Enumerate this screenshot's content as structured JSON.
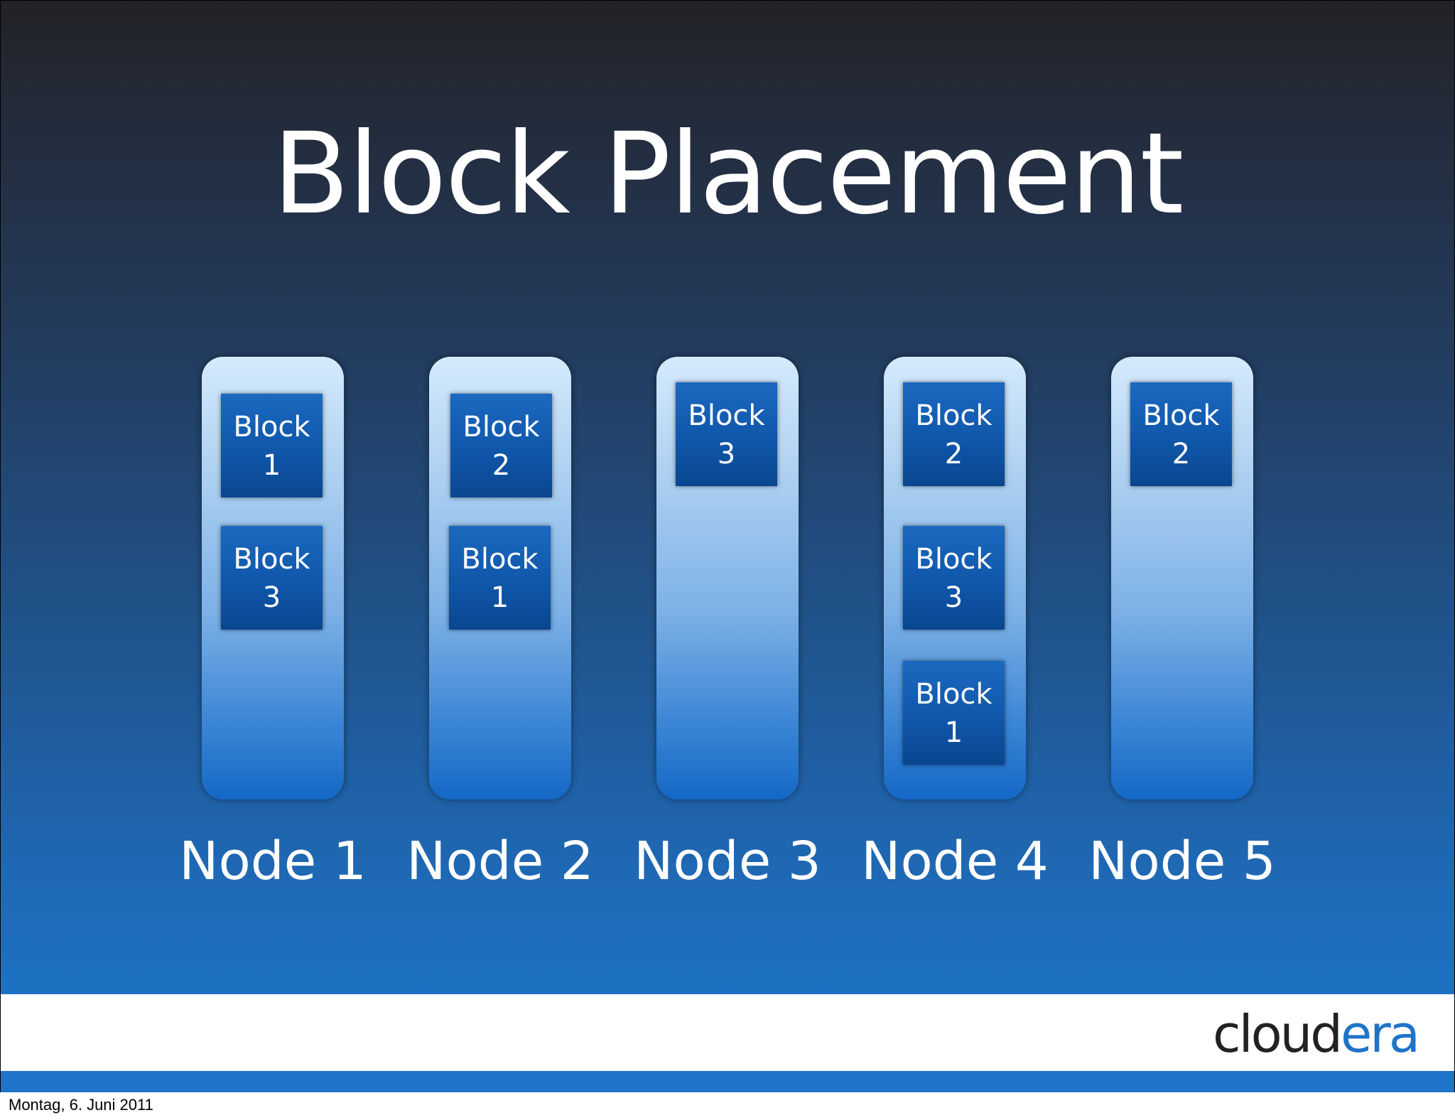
{
  "slide": {
    "title": "Block Placement"
  },
  "nodes": [
    {
      "label": "Node 1",
      "blocks": [
        {
          "word": "Block",
          "num": "1"
        },
        {
          "word": "Block",
          "num": "3"
        }
      ]
    },
    {
      "label": "Node 2",
      "blocks": [
        {
          "word": "Block",
          "num": "2"
        },
        {
          "word": "Block",
          "num": "1"
        }
      ]
    },
    {
      "label": "Node 3",
      "blocks": [
        {
          "word": "Block",
          "num": "3"
        }
      ]
    },
    {
      "label": "Node 4",
      "blocks": [
        {
          "word": "Block",
          "num": "2"
        },
        {
          "word": "Block",
          "num": "3"
        },
        {
          "word": "Block",
          "num": "1"
        }
      ]
    },
    {
      "label": "Node 5",
      "blocks": [
        {
          "word": "Block",
          "num": "2"
        }
      ]
    }
  ],
  "logo": {
    "part1": "cloud",
    "part2": "era"
  },
  "footer": {
    "date": "Montag, 6. Juni 2011"
  },
  "colors": {
    "accent": "#1f73c9",
    "block": "#0f55a8",
    "logo_dark": "#222222"
  }
}
